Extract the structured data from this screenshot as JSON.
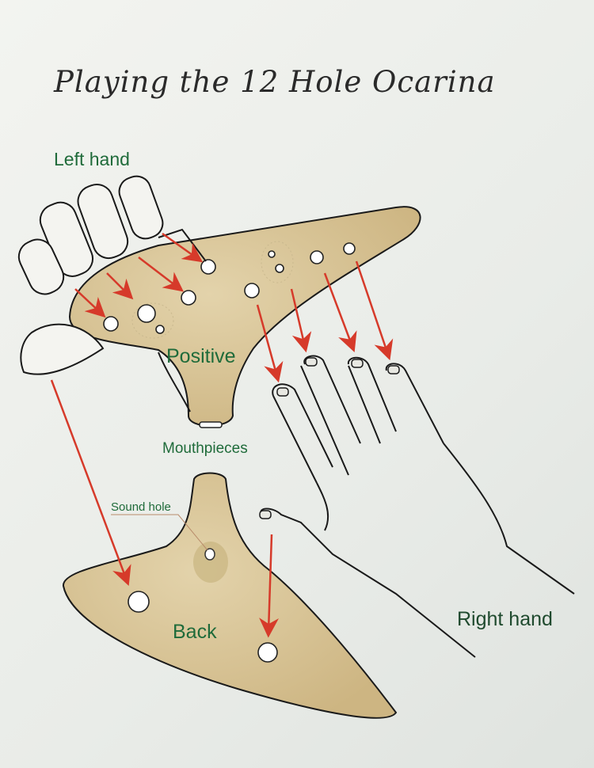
{
  "title": "Playing the 12 Hole Ocarina",
  "labels": {
    "left_hand": "Left hand",
    "positive": "Positive",
    "mouthpieces": "Mouthpieces",
    "sound_hole": "Sound hole",
    "back": "Back",
    "right_hand": "Right hand"
  },
  "colors": {
    "body": "#d8c497",
    "arrow": "#d63a2a",
    "label": "#1f6b3a"
  }
}
